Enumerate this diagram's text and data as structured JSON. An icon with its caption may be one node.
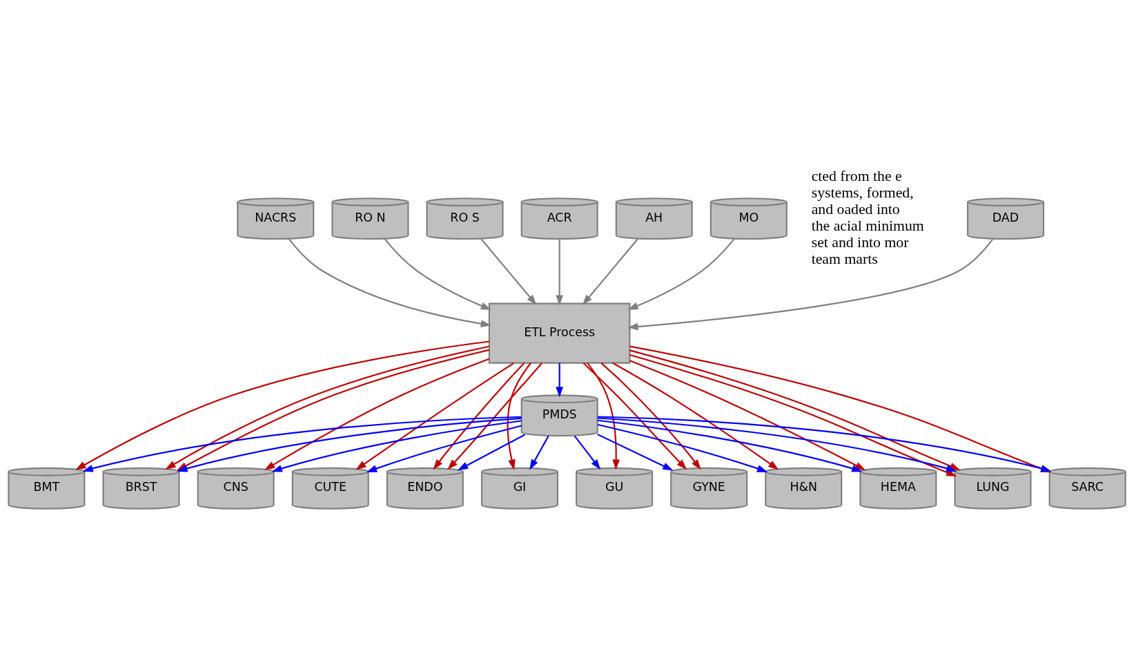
{
  "diagram": {
    "nodes": [
      {
        "text": [
          "ACR"
        ]
      },
      {
        "text": [
          "AH"
        ]
      },
      {
        "text": [
          "MO"
        ]
      },
      {
        "text": [
          "DAD"
        ]
      },
      {
        "text": [
          "NACRS"
        ]
      },
      {
        "text": [
          "RO N"
        ]
      },
      {
        "text": [
          "RO S"
        ]
      },
      {
        "text": [
          "ETL Process"
        ]
      },
      {
        "text": [
          "BMT"
        ]
      },
      {
        "text": [
          "BRST"
        ]
      },
      {
        "text": [
          "CNS"
        ]
      },
      {
        "text": [
          "CUTE"
        ]
      },
      {
        "text": [
          "ENDO"
        ]
      },
      {
        "text": [
          "GI"
        ]
      },
      {
        "text": [
          "PMDS"
        ]
      },
      {
        "text": [
          "GU"
        ]
      },
      {
        "text": [
          "GYNE"
        ]
      },
      {
        "text": [
          "H&N"
        ]
      },
      {
        "text": [
          "HEMA"
        ]
      },
      {
        "text": [
          "LUNG"
        ]
      },
      {
        "text": [
          "SARC"
        ]
      }
    ],
    "edges": [
      {
        "from": 0,
        "to": 7,
        "arrow": "to",
        "color": "#7f7f7f"
      },
      {
        "from": 1,
        "to": 7,
        "arrow": "to",
        "color": "#7f7f7f"
      },
      {
        "from": 2,
        "to": 7,
        "arrow": "to",
        "color": "#7f7f7f"
      },
      {
        "from": 3,
        "to": 7,
        "arrow": "to",
        "color": "#7f7f7f"
      },
      {
        "from": 4,
        "to": 7,
        "arrow": "to",
        "color": "#7f7f7f"
      },
      {
        "from": 5,
        "to": 7,
        "arrow": "to",
        "color": "#7f7f7f"
      },
      {
        "from": 6,
        "to": 7,
        "arrow": "to",
        "color": "#7f7f7f"
      },
      {
        "from": 7,
        "to": 14,
        "arrow": "to",
        "color": "#0000ff"
      },
      {
        "from": 7,
        "to": 8,
        "arrow": "to"
      },
      {
        "from": 7,
        "to": 9,
        "arrow": "to"
      },
      {
        "from": 7,
        "to": 15,
        "arrow": "to"
      },
      {
        "from": 7,
        "to": 16,
        "arrow": "to"
      },
      {
        "from": 7,
        "to": 9,
        "arrow": "to"
      },
      {
        "from": 7,
        "to": 10,
        "arrow": "to"
      },
      {
        "from": 7,
        "to": 16,
        "arrow": "to"
      },
      {
        "from": 7,
        "to": 17,
        "arrow": "to"
      },
      {
        "from": 7,
        "to": 11,
        "arrow": "to"
      },
      {
        "from": 7,
        "to": 12,
        "arrow": "to"
      },
      {
        "from": 7,
        "to": 18,
        "arrow": "to"
      },
      {
        "from": 7,
        "to": 19,
        "arrow": "to"
      },
      {
        "from": 7,
        "to": 12,
        "arrow": "to"
      },
      {
        "from": 7,
        "to": 13,
        "arrow": "to"
      },
      {
        "from": 7,
        "to": 19,
        "arrow": "to"
      },
      {
        "from": 7,
        "to": 20,
        "arrow": "to"
      },
      {
        "from": 14,
        "to": 8,
        "arrow": "to",
        "color": "#0000ff"
      },
      {
        "from": 14,
        "to": 15,
        "arrow": "to",
        "color": "#0000ff"
      },
      {
        "from": 14,
        "to": 9,
        "arrow": "to",
        "color": "#0000ff"
      },
      {
        "from": 14,
        "to": 16,
        "arrow": "to",
        "color": "#0000ff"
      },
      {
        "from": 14,
        "to": 10,
        "arrow": "to",
        "color": "#0000ff"
      },
      {
        "from": 14,
        "to": 17,
        "arrow": "to",
        "color": "#0000ff"
      },
      {
        "from": 14,
        "to": 11,
        "arrow": "to",
        "color": "#0000ff"
      },
      {
        "from": 14,
        "to": 18,
        "arrow": "to",
        "color": "#0000ff"
      },
      {
        "from": 14,
        "to": 12,
        "arrow": "to",
        "color": "#0000ff"
      },
      {
        "from": 14,
        "to": 19,
        "arrow": "to",
        "color": "#0000ff"
      },
      {
        "from": 14,
        "to": 13,
        "arrow": "to",
        "color": "#0000ff"
      },
      {
        "from": 14,
        "to": 20,
        "arrow": "to",
        "color": "#0000ff"
      }
    ],
    "labels": [
      "cted from the e systems, formed, and oaded into the acial minimum set and into mor team marts"
    ]
  }
}
